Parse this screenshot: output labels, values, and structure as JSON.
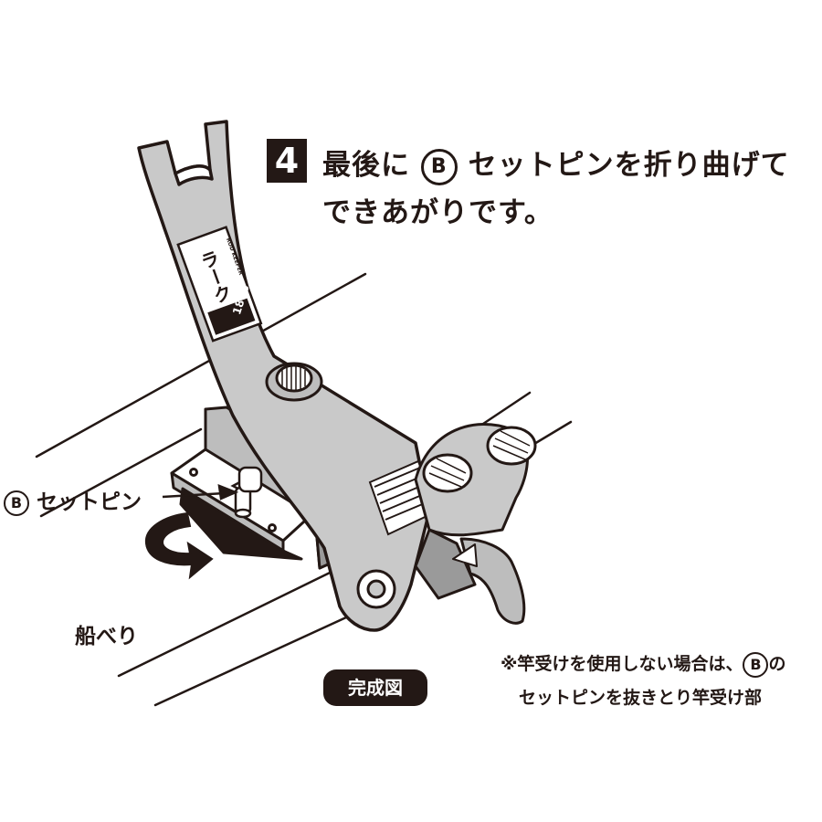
{
  "instruction": {
    "step_number": "4",
    "line1_before": "最後に",
    "line1_marker": "B",
    "line1_after": "セットピンを折り曲げて",
    "line2": "できあがりです。"
  },
  "illustration": {
    "sticker_brand": "ラーク",
    "sticker_model": "180S",
    "sticker_small": "ROD KEEPER"
  },
  "callout": {
    "marker": "B",
    "label": "セットピン"
  },
  "gunwale_label": "船べり",
  "completion_badge": "完成図",
  "note": {
    "line1_before": "※竿受けを使用しない場合は、",
    "line1_marker": "B",
    "line1_after": "の",
    "line2": "セットピンを抜きとり竿受け部"
  },
  "colors": {
    "ink": "#231815",
    "paper": "#ffffff",
    "shade": "#c9c9c9"
  }
}
